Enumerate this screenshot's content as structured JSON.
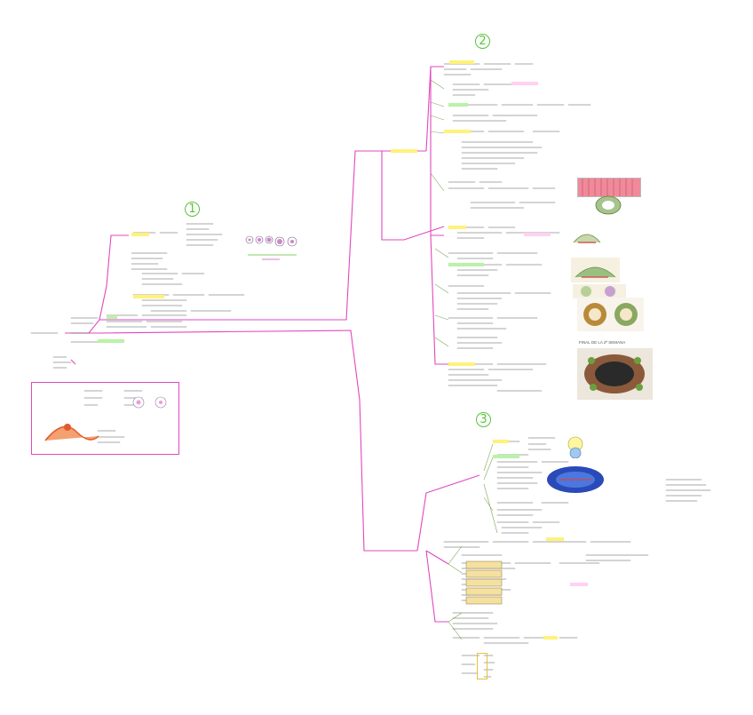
{
  "badges": {
    "one": "1",
    "two": "2",
    "three": "3"
  },
  "captions": {
    "week_end": "FINAL DE LA 2ª SEMANA"
  },
  "colors": {
    "branch": "#e048c0",
    "badge": "#57c43a",
    "highlight_yellow": "#fff27a",
    "highlight_green": "#b9f2a8",
    "highlight_pink": "#ffd1f2"
  }
}
